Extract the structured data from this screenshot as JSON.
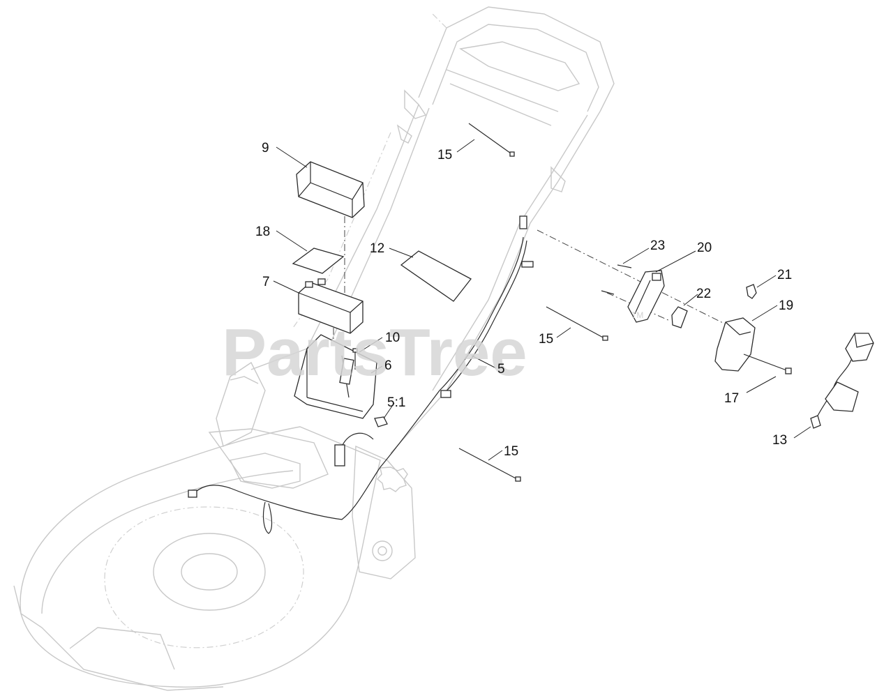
{
  "watermark": {
    "text": "PartsTree",
    "trademark": "TM"
  },
  "callouts": {
    "c9": "9",
    "c18": "18",
    "c7": "7",
    "c12": "12",
    "c15a": "15",
    "c15b": "15",
    "c15c": "15",
    "c10": "10",
    "c6": "6",
    "c51": "5:1",
    "c5": "5",
    "c23": "23",
    "c20": "20",
    "c21": "21",
    "c22": "22",
    "c19": "19",
    "c17": "17",
    "c13": "13"
  }
}
